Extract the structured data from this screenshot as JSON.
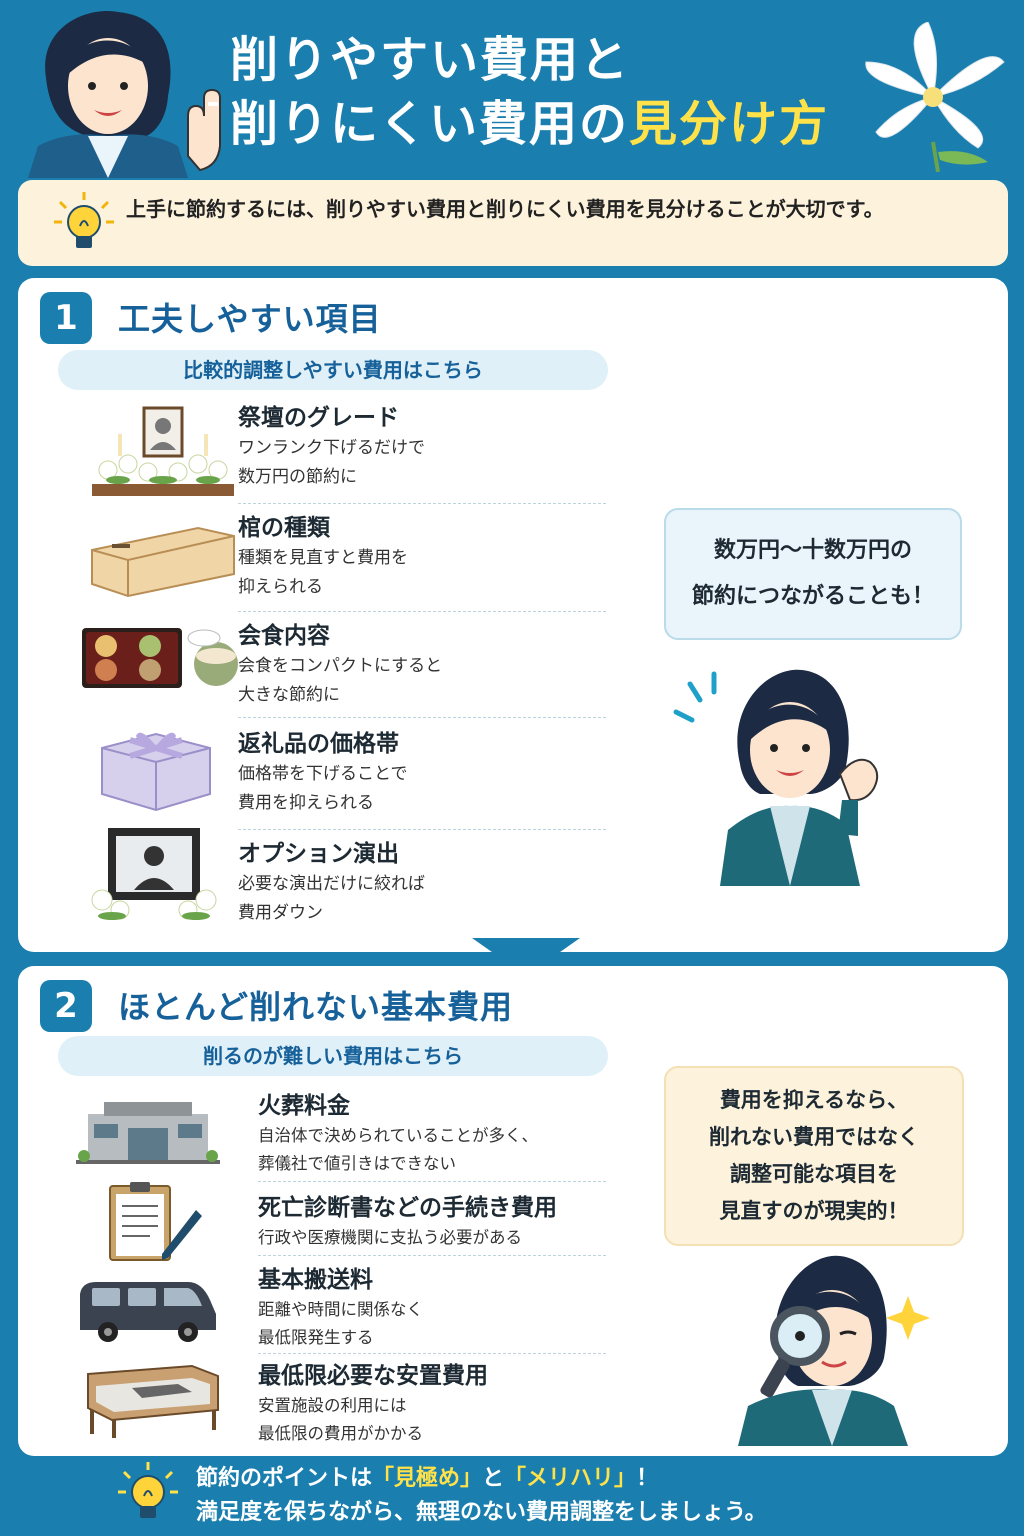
{
  "header": {
    "title_line1": "削りやすい費用と",
    "title_line2_main": "削りにくい費用の",
    "title_line2_highlight": "見分け方"
  },
  "intro": {
    "text": "上手に節約するには、削りやすい費用と削りにくい費用を見分けることが大切です。",
    "icon": "lightbulb-icon"
  },
  "section1": {
    "number": "1",
    "title": "工夫しやすい項目",
    "subtitle": "比較的調整しやすい費用はこちら",
    "items": [
      {
        "title": "祭壇のグレード",
        "desc1": "ワンランク下げるだけで",
        "desc2": "数万円の節約に",
        "icon": "altar-icon"
      },
      {
        "title": "棺の種類",
        "desc1": "種類を見直すと費用を",
        "desc2": "抑えられる",
        "icon": "coffin-icon"
      },
      {
        "title": "会食内容",
        "desc1": "会食をコンパクトにすると",
        "desc2": "大きな節約に",
        "icon": "meal-icon"
      },
      {
        "title": "返礼品の価格帯",
        "desc1": "価格帯を下げることで",
        "desc2": "費用を抑えられる",
        "icon": "gift-box-icon"
      },
      {
        "title": "オプション演出",
        "desc1": "必要な演出だけに絞れば",
        "desc2": "費用ダウン",
        "icon": "portrait-frame-icon"
      }
    ],
    "bubble_line1": "数万円〜十数万円の",
    "bubble_line2": "節約につながることも！"
  },
  "section2": {
    "number": "2",
    "title": "ほとんど削れない基本費用",
    "subtitle": "削るのが難しい費用はこちら",
    "items": [
      {
        "title": "火葬料金",
        "desc1": "自治体で決められていることが多く、",
        "desc2": "葬儀社で値引きはできない",
        "icon": "crematorium-building-icon"
      },
      {
        "title": "死亡診断書などの手続き費用",
        "desc1": "行政や医療機関に支払う必要がある",
        "desc2": "",
        "icon": "clipboard-pen-icon"
      },
      {
        "title": "基本搬送料",
        "desc1": "距離や時間に関係なく",
        "desc2": "最低限発生する",
        "icon": "van-icon"
      },
      {
        "title": "最低限必要な安置費用",
        "desc1": "安置施設の利用には",
        "desc2": "最低限の費用がかかる",
        "icon": "bed-icon"
      }
    ],
    "bubble_line1": "費用を抑えるなら、",
    "bubble_line2": "削れない費用ではなく",
    "bubble_line3": "調整可能な項目を",
    "bubble_line4": "見直すのが現実的！"
  },
  "footer": {
    "line1_prefix": "節約のポイントは",
    "line1_hl1": "「見極め」",
    "line1_mid": "と",
    "line1_hl2": "「メリハリ」",
    "line1_suffix": "！",
    "line2": "満足度を保ちながら、無理のない費用調整をしましょう。",
    "icon": "lightbulb-icon"
  },
  "colors": {
    "primary": "#1a7fae",
    "highlight": "#ffe14a",
    "intro_bg": "#fdf3dd"
  }
}
